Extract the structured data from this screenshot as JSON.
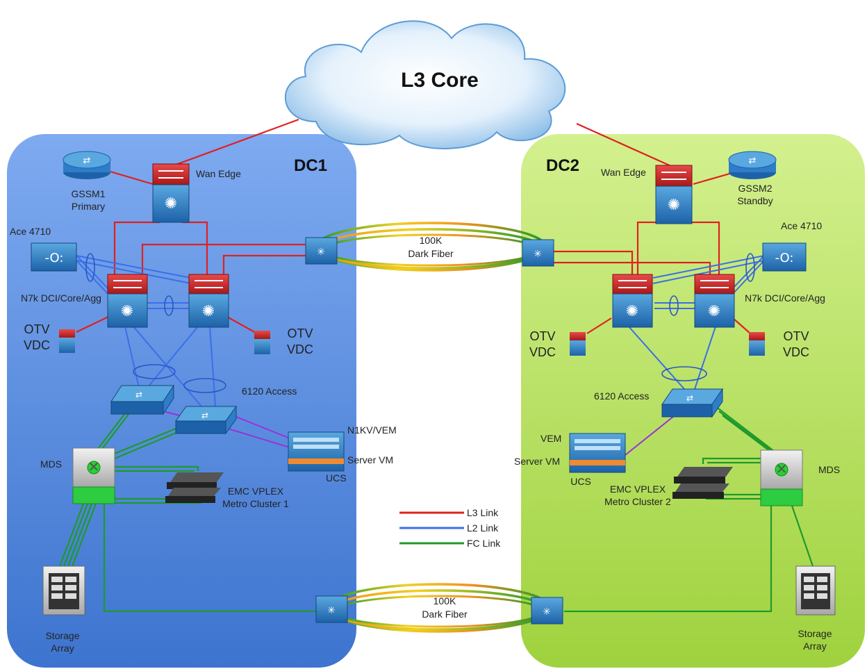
{
  "core": {
    "title": "L3 Core"
  },
  "dc1": {
    "title": "DC1",
    "wan_edge": "Wan Edge",
    "gssm": [
      "GSSM1",
      "Primary"
    ],
    "ace": "Ace 4710",
    "n7k": "N7k DCI/Core/Agg",
    "otv_left": [
      "OTV",
      "VDC"
    ],
    "otv_right": [
      "OTV",
      "VDC"
    ],
    "access": "6120 Access",
    "n1kv": "N1KV/VEM",
    "server_vm": "Server VM",
    "ucs": "UCS",
    "mds": "MDS",
    "vplex": [
      "EMC VPLEX",
      "Metro Cluster 1"
    ],
    "storage": [
      "Storage",
      "Array"
    ]
  },
  "dc2": {
    "title": "DC2",
    "wan_edge": "Wan Edge",
    "gssm": [
      "GSSM2",
      "Standby"
    ],
    "ace": "Ace 4710",
    "n7k": "N7k DCI/Core/Agg",
    "otv_left": [
      "OTV",
      "VDC"
    ],
    "otv_right": [
      "OTV",
      "VDC"
    ],
    "access": "6120 Access",
    "vem": "VEM",
    "server_vm": "Server VM",
    "ucs": "UCS",
    "mds": "MDS",
    "vplex": [
      "EMC VPLEX",
      "Metro Cluster 2"
    ],
    "storage": [
      "Storage",
      "Array"
    ]
  },
  "links": {
    "top_fiber": [
      "100K",
      "Dark Fiber"
    ],
    "bottom_fiber": [
      "100K",
      "Dark Fiber"
    ]
  },
  "legend": [
    {
      "label": "L3 Link",
      "color": "#e02020"
    },
    {
      "label": "L2 Link",
      "color": "#3a6fe8"
    },
    {
      "label": "FC Link",
      "color": "#1e9a2a"
    }
  ],
  "colors": {
    "l3": "#e02020",
    "l2": "#3a6fe8",
    "fc": "#1e9a2a",
    "vm": "#9b30d9",
    "dc1_bg": "#5b8fe0",
    "dc2_bg": "#b5e05a"
  }
}
